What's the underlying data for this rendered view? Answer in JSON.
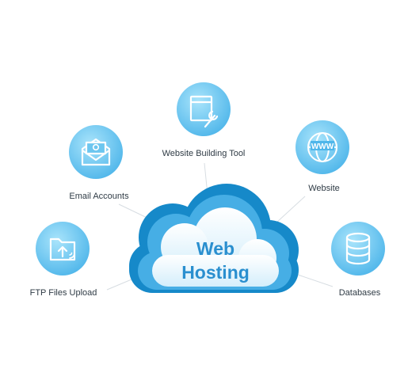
{
  "hub": {
    "line1": "Web",
    "line2": "Hosting"
  },
  "services": [
    {
      "label": "Website Building Tool",
      "icon": "website-builder-icon"
    },
    {
      "label": "Email Accounts",
      "icon": "email-icon"
    },
    {
      "label": "Website",
      "icon": "www-globe-icon"
    },
    {
      "label": "FTP Files Upload",
      "icon": "ftp-folder-icon"
    },
    {
      "label": "Databases",
      "icon": "database-icon"
    }
  ],
  "colors": {
    "circle_light": "#8fd8f8",
    "circle_dark": "#4fb6ea",
    "cloud_dark": "#1689c9",
    "cloud_mid": "#46aee5",
    "cloud_inner": "#e6f5fd",
    "text_blue": "#2a8fcf",
    "label_text": "#2f3b45",
    "connector": "#d7dde2"
  }
}
